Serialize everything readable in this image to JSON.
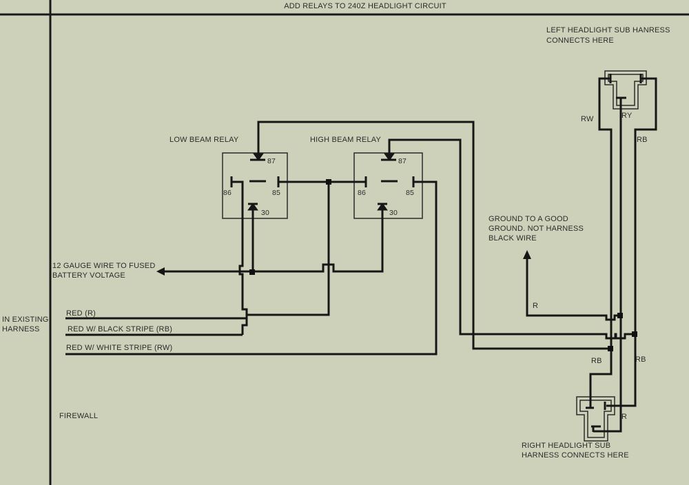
{
  "colors": {
    "background": "#cdd1ba",
    "line": "#1a1a1a",
    "text": "#2b2b2b"
  },
  "title": "ADD RELAYS TO 240Z HEADLIGHT CIRCUIT",
  "notes": {
    "left_headlight": "LEFT HEADLIGHT SUB HANRESS\nCONNECTS HERE",
    "right_headlight": "RIGHT HEADLIGHT SUB\nHARNESS CONNECTS HERE",
    "ground": "GROUND TO A GOOD\nGROUND. NOT HARNESS\nBLACK WIRE",
    "battery": "12 GAUGE WIRE TO FUSED\nBATTERY VOLTAGE",
    "existing_harness": "IN EXISTING\nHARNESS",
    "firewall": "FIREWALL"
  },
  "relays": {
    "low": {
      "name": "LOW BEAM RELAY",
      "pins": {
        "p87": "87",
        "p86": "86",
        "p85": "85",
        "p30": "30"
      }
    },
    "high": {
      "name": "HIGH BEAM RELAY",
      "pins": {
        "p87": "87",
        "p86": "86",
        "p85": "85",
        "p30": "30"
      }
    }
  },
  "harness_wires": {
    "r": "RED (R)",
    "rb": "RED W/ BLACK STRIPE (RB)",
    "rw": "RED W/ WHITE STRIPE (RW)"
  },
  "wire_tags": {
    "rw_left_headlight": "RW",
    "ry_left_headlight": "RY",
    "rb_left_headlight": "RB",
    "rb_mid_left": "RB",
    "rb_mid_right": "RB",
    "r_ground": "R",
    "r_right_headlight": "R"
  }
}
